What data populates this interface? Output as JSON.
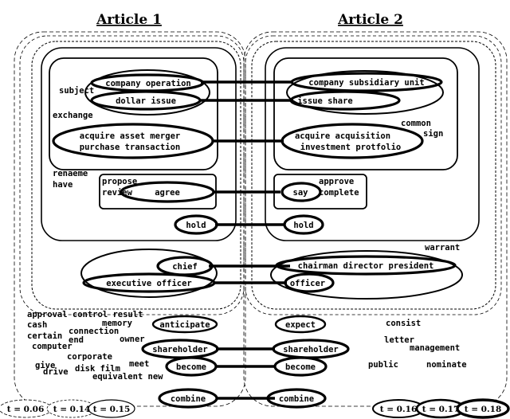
{
  "titles": {
    "article1": "Article 1",
    "article2": "Article 2"
  },
  "links": {
    "company_operation": "company operation",
    "dollar_issue": "dollar issue",
    "acquire_asset_merger": "acquire asset merger",
    "purchase_transaction": "purchase transaction",
    "agree": "agree",
    "hold_left": "hold",
    "chief": "chief",
    "executive_officer": "executive officer",
    "anticipate": "anticipate",
    "shareholder_left": "shareholder",
    "become_left": "become",
    "combine_left": "combine",
    "company_subsidiary_unit": "company subsidiary unit",
    "issue_share": "issue share",
    "acquire_acquisition": "acquire acquisition",
    "investment_protfolio": "investment protfolio",
    "say": "say",
    "hold_right": "hold",
    "chairman_director_president": "chairman director president",
    "officer": "officer",
    "expect": "expect",
    "shareholder_right": "shareholder",
    "become_right": "become",
    "combine_right": "combine"
  },
  "words": {
    "subject": "subject",
    "exchange": "exchange",
    "renaeme": "renaeme",
    "have": "have",
    "propose": "propose",
    "review": "review",
    "approve": "approve",
    "complete": "complete",
    "common": "common",
    "sign": "sign",
    "warrant": "warrant",
    "approval_control_result": "approval control result",
    "cash": "cash",
    "memory": "memory",
    "certain": "certain",
    "connection": "connection",
    "end": "end",
    "owner": "owner",
    "computer": "computer",
    "corporate": "corporate",
    "give": "give",
    "meet": "meet",
    "drive": "drive",
    "disk_film": "disk film",
    "equivalent_new": "equivalent new",
    "consist": "consist",
    "letter": "letter",
    "management": "management",
    "public": "public",
    "nominate": "nominate"
  },
  "thresholds": {
    "left": [
      "t = 0.06",
      "t = 0.14",
      "t = 0.15"
    ],
    "right": [
      "t = 0.16",
      "t = 0.17",
      "t = 0.18"
    ]
  }
}
